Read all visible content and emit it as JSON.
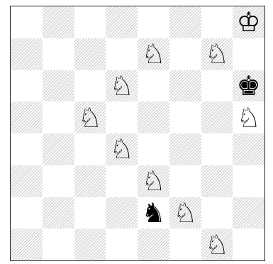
{
  "board": {
    "files": [
      "a",
      "b",
      "c",
      "d",
      "e",
      "f",
      "g",
      "h"
    ],
    "ranks": [
      8,
      7,
      6,
      5,
      4,
      3,
      2,
      1
    ],
    "pieces": [
      {
        "square": "h8",
        "type": "king",
        "color": "white",
        "glyph": "♔"
      },
      {
        "square": "e7",
        "type": "knight",
        "color": "white",
        "glyph": "♘"
      },
      {
        "square": "g7",
        "type": "knight",
        "color": "white",
        "glyph": "♘"
      },
      {
        "square": "d6",
        "type": "knight",
        "color": "white",
        "glyph": "♘"
      },
      {
        "square": "h6",
        "type": "king",
        "color": "black",
        "glyph": "♚"
      },
      {
        "square": "c5",
        "type": "knight",
        "color": "white",
        "glyph": "♘"
      },
      {
        "square": "h5",
        "type": "knight",
        "color": "white",
        "glyph": "♘"
      },
      {
        "square": "d4",
        "type": "knight",
        "color": "white",
        "glyph": "♘"
      },
      {
        "square": "e3",
        "type": "knight",
        "color": "white",
        "glyph": "♘"
      },
      {
        "square": "e2",
        "type": "knight",
        "color": "black",
        "glyph": "♞"
      },
      {
        "square": "f2",
        "type": "knight",
        "color": "white",
        "glyph": "♘"
      },
      {
        "square": "g1",
        "type": "knight",
        "color": "white",
        "glyph": "♘"
      }
    ]
  },
  "colors": {
    "light_square": "#ffffff",
    "dark_square_hatch": "#c9c9c9",
    "border": "#222222"
  }
}
